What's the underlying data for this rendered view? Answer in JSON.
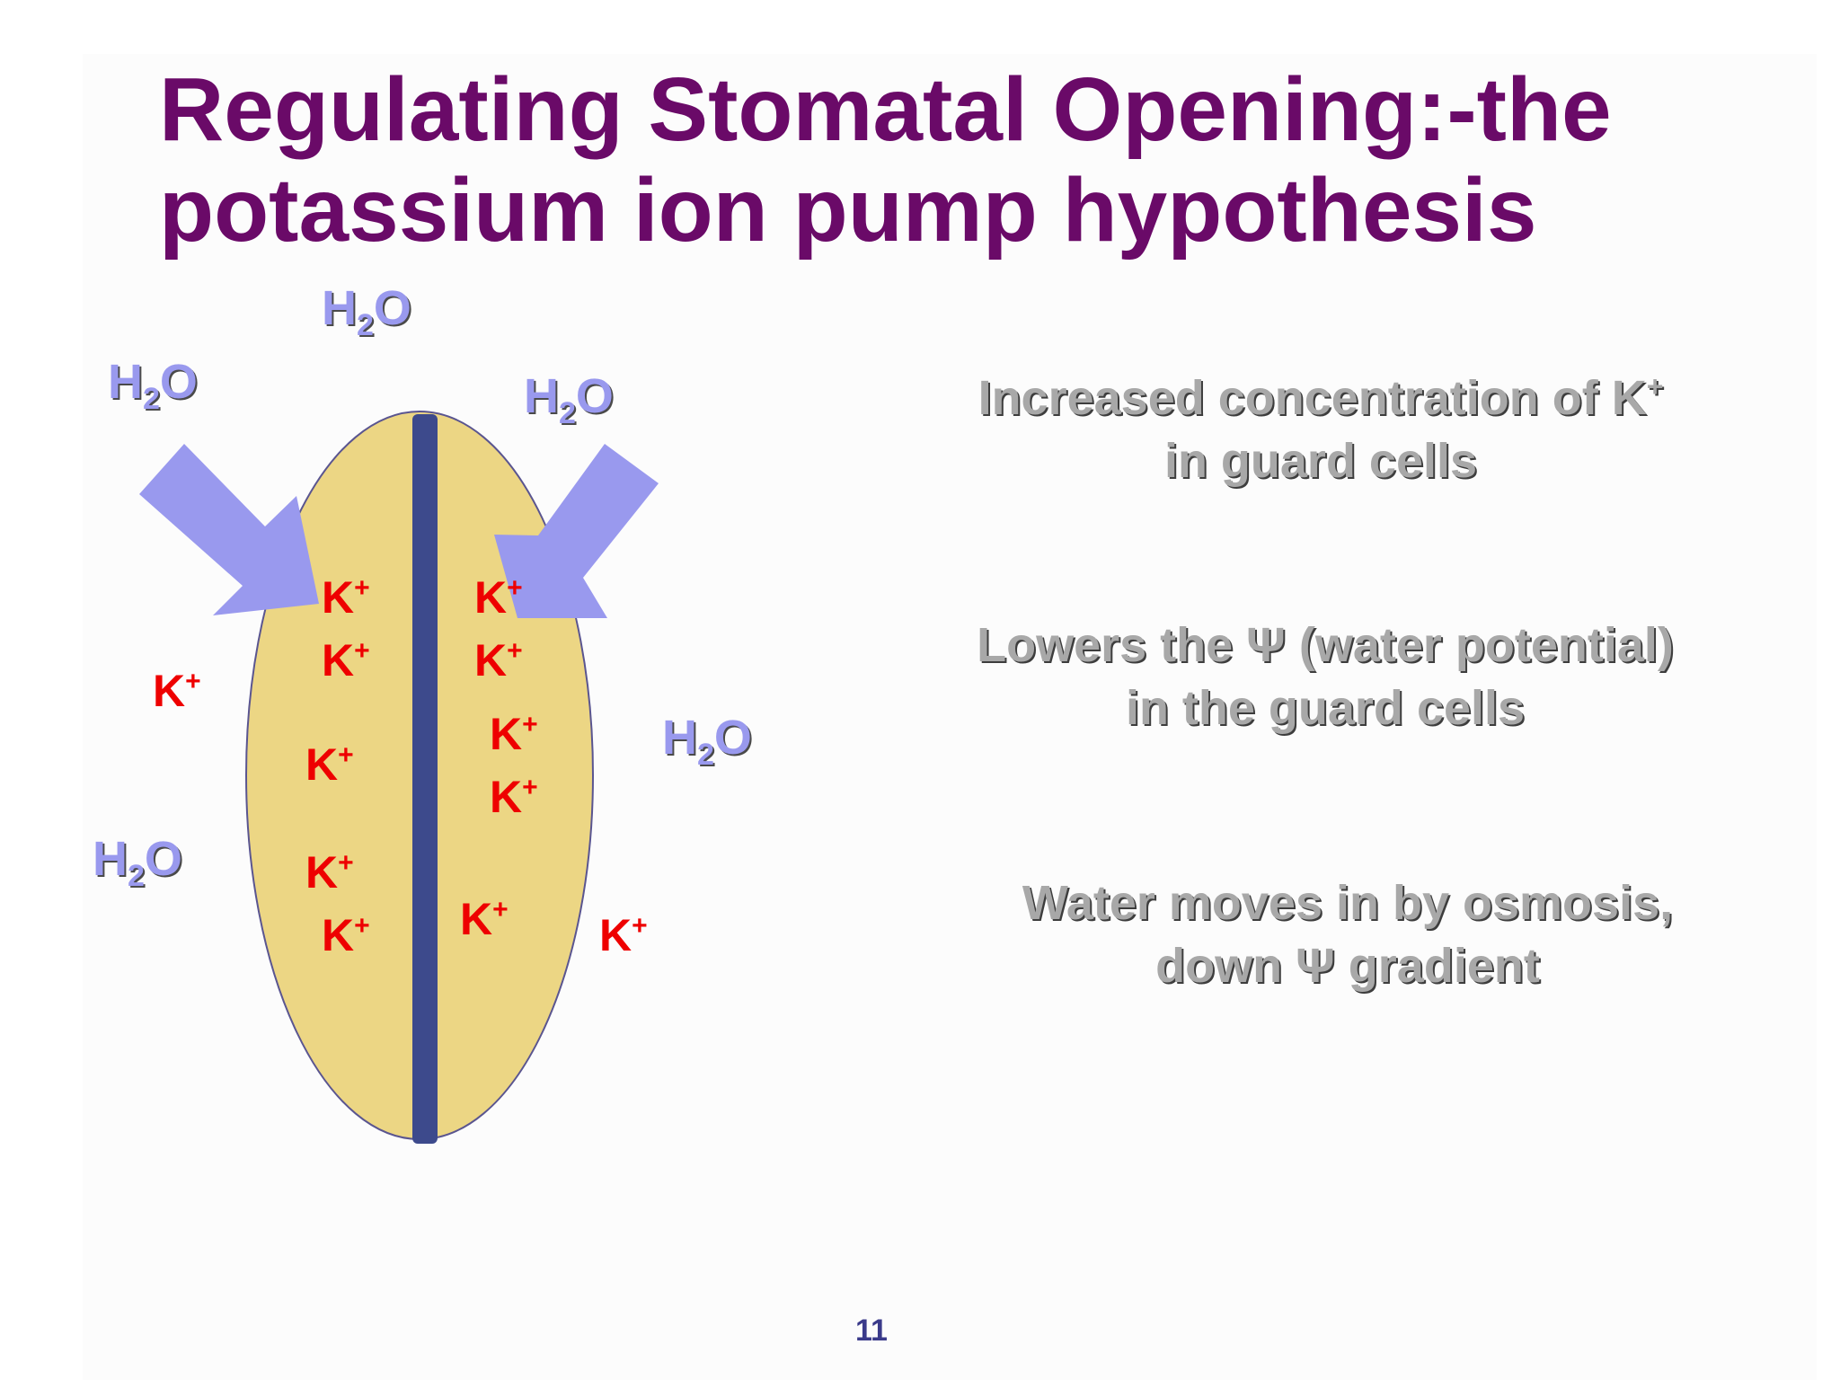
{
  "title": {
    "line1": "Regulating Stomatal Opening:-the",
    "line2": "potassium ion pump hypothesis"
  },
  "diagram": {
    "water": {
      "symbol": "H",
      "subscript": "2",
      "tail": "O"
    },
    "ion": {
      "symbol": "K",
      "charge": "+"
    },
    "arrows": [
      "arrow-icon",
      "arrow-icon"
    ],
    "colors": {
      "guard_cell": "#ecd684",
      "pore": "#3d4a8c",
      "arrow": "#9999ee",
      "ion": "#ee0000",
      "water": "#9999ee"
    }
  },
  "statements": [
    {
      "text": "Increased concentration of K",
      "sup": "+",
      "line2": "in guard cells"
    },
    {
      "line1": "Lowers the Ψ (water potential)",
      "line2": "in the guard cells"
    },
    {
      "line1": "Water moves in by osmosis,",
      "line2": "down Ψ gradient"
    }
  ],
  "page_number": "11"
}
